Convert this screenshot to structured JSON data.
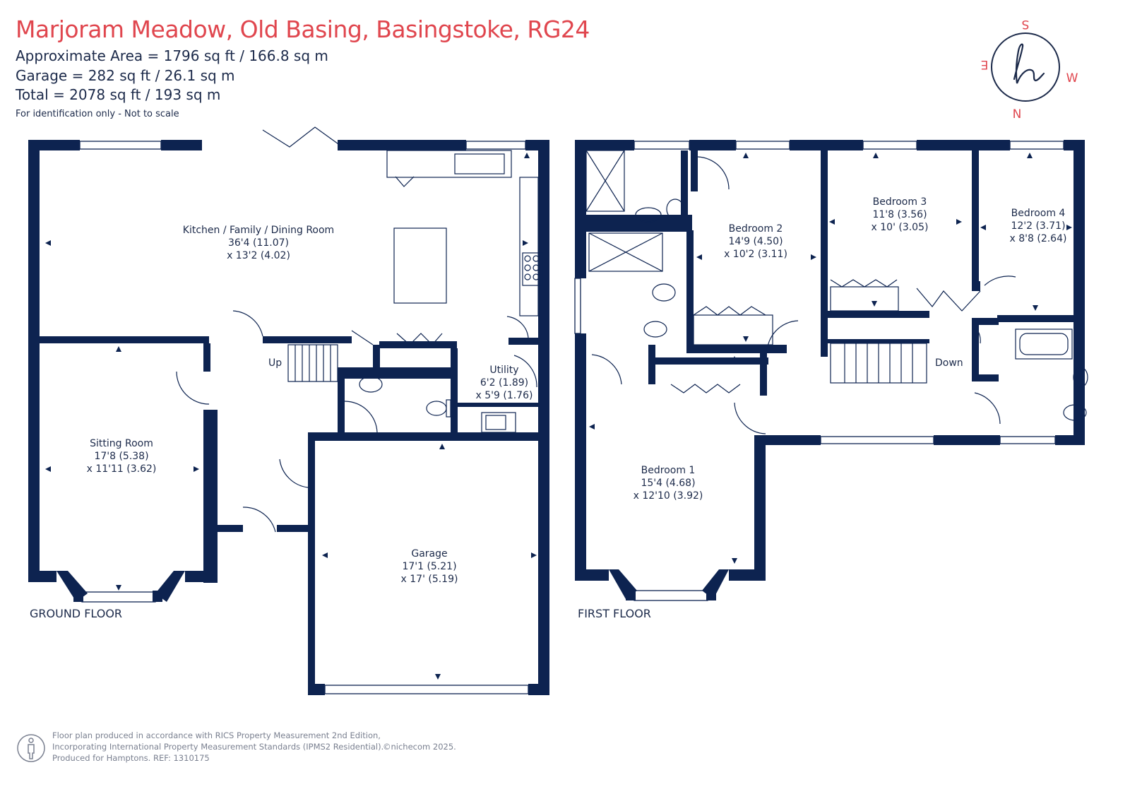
{
  "header": {
    "title": "Marjoram Meadow, Old Basing, Basingstoke, RG24",
    "area_approx": "Approximate Area = 1796 sq ft / 166.8 sq m",
    "area_garage": "Garage = 282 sq ft / 26.1 sq m",
    "area_total": "Total = 2078 sq ft / 193 sq m",
    "note": "For identification only - Not to scale"
  },
  "colors": {
    "wall": "#0d2350",
    "accent": "#e0464e",
    "text": "#1c2a4a",
    "muted": "#7a8090"
  },
  "compass": {
    "n": "N",
    "s": "S",
    "e": "E",
    "w": "W",
    "logo_icon": "hamptons-h-logo"
  },
  "ground_floor": {
    "label": "GROUND FLOOR",
    "stairs_label": "Up",
    "rooms": {
      "kitchen": {
        "name": "Kitchen / Family / Dining Room",
        "dim1": "36'4 (11.07)",
        "dim2": "x 13'2 (4.02)"
      },
      "sitting": {
        "name": "Sitting Room",
        "dim1": "17'8 (5.38)",
        "dim2": "x 11'11 (3.62)"
      },
      "utility": {
        "name": "Utility",
        "dim1": "6'2 (1.89)",
        "dim2": "x 5'9 (1.76)"
      },
      "garage": {
        "name": "Garage",
        "dim1": "17'1 (5.21)",
        "dim2": "x 17' (5.19)"
      }
    }
  },
  "first_floor": {
    "label": "FIRST FLOOR",
    "stairs_label": "Down",
    "rooms": {
      "bedroom1": {
        "name": "Bedroom 1",
        "dim1": "15'4 (4.68)",
        "dim2": "x 12'10 (3.92)"
      },
      "bedroom2": {
        "name": "Bedroom 2",
        "dim1": "14'9 (4.50)",
        "dim2": "x 10'2 (3.11)"
      },
      "bedroom3": {
        "name": "Bedroom 3",
        "dim1": "11'8 (3.56)",
        "dim2": "x 10' (3.05)"
      },
      "bedroom4": {
        "name": "Bedroom 4",
        "dim1": "12'2 (3.71)",
        "dim2": "x 8'8 (2.64)"
      }
    }
  },
  "footer": {
    "line1": "Floor plan produced in accordance with RICS Property Measurement 2nd Edition,",
    "line2": "Incorporating International Property Measurement Standards (IPMS2 Residential).",
    "line3": "Produced for Hamptons.  REF: 1310175",
    "copyright": "©nichecom 2025."
  }
}
